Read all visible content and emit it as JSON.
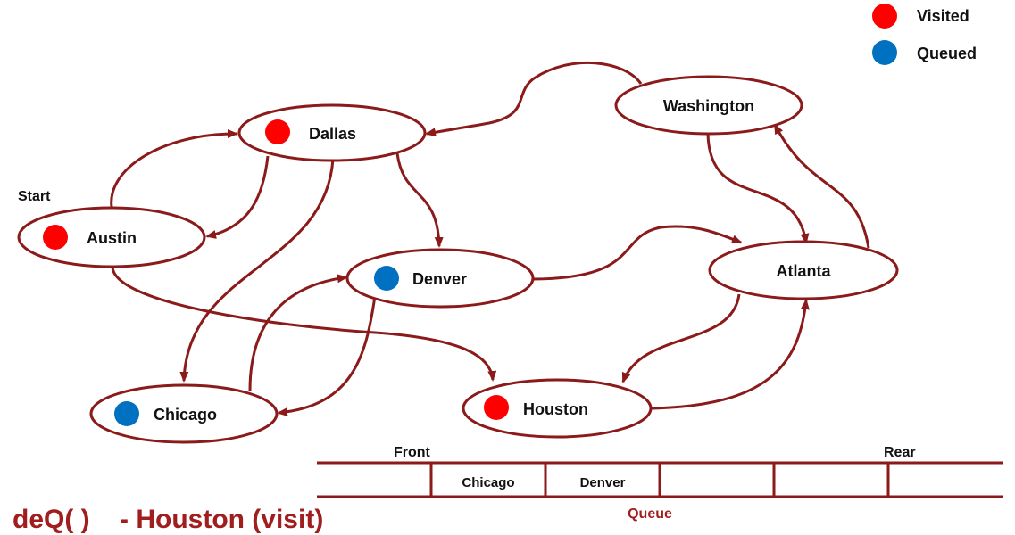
{
  "colors": {
    "edge": "#8b1a1a",
    "visited": "#ff0000",
    "queued": "#0070c0",
    "operation_text": "#a01e1e"
  },
  "legend": [
    {
      "label": "Visited",
      "status": "visited"
    },
    {
      "label": "Queued",
      "status": "queued"
    }
  ],
  "start_label": "Start",
  "nodes": {
    "washington": {
      "label": "Washington",
      "status": "none"
    },
    "dallas": {
      "label": "Dallas",
      "status": "visited"
    },
    "austin": {
      "label": "Austin",
      "status": "visited"
    },
    "denver": {
      "label": "Denver",
      "status": "queued"
    },
    "atlanta": {
      "label": "Atlanta",
      "status": "none"
    },
    "chicago": {
      "label": "Chicago",
      "status": "queued"
    },
    "houston": {
      "label": "Houston",
      "status": "visited"
    }
  },
  "edges": [
    {
      "from": "austin",
      "to": "dallas"
    },
    {
      "from": "dallas",
      "to": "austin"
    },
    {
      "from": "dallas",
      "to": "denver"
    },
    {
      "from": "dallas",
      "to": "chicago"
    },
    {
      "from": "washington",
      "to": "dallas"
    },
    {
      "from": "washington",
      "to": "atlanta"
    },
    {
      "from": "atlanta",
      "to": "washington"
    },
    {
      "from": "denver",
      "to": "atlanta"
    },
    {
      "from": "denver",
      "to": "chicago"
    },
    {
      "from": "chicago",
      "to": "denver"
    },
    {
      "from": "austin",
      "to": "houston"
    },
    {
      "from": "atlanta",
      "to": "houston"
    },
    {
      "from": "houston",
      "to": "atlanta"
    }
  ],
  "queue": {
    "front_label": "Front",
    "rear_label": "Rear",
    "caption": "Queue",
    "cells": [
      "",
      "Chicago",
      "Denver",
      "",
      "",
      ""
    ]
  },
  "operation": "deQ( )    - Houston (visit)"
}
